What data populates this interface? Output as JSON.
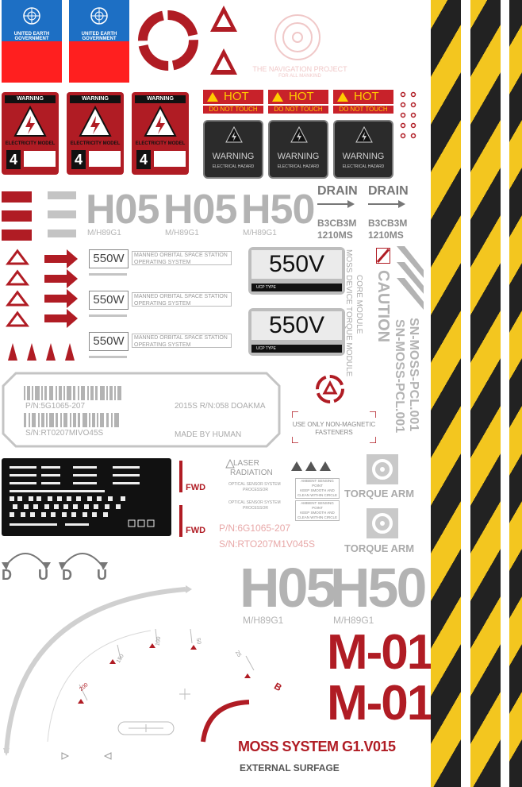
{
  "un_flags": [
    {
      "label": "UNITED EARTH GOVERNMENT"
    },
    {
      "label": "UNITED EARTH GOVERNMENT"
    }
  ],
  "logo": {
    "title": "THE NAVIGATION PROJECT",
    "subtitle": "FOR ALL MANKIND"
  },
  "warning_cards": [
    {
      "header": "WARNING",
      "label": "ELECTRICITY MODEL",
      "number": "4"
    },
    {
      "header": "WARNING",
      "label": "ELECTRICITY MODEL",
      "number": "4"
    },
    {
      "header": "WARNING",
      "label": "ELECTRICITY MODEL",
      "number": "4"
    }
  ],
  "hot_signs": [
    {
      "hot": "HOT",
      "sub": "DO NOT TOUCH",
      "warning": "WARNING",
      "hazard": "ELECTRICAL HAZARD"
    },
    {
      "hot": "HOT",
      "sub": "DO NOT TOUCH",
      "warning": "WARNING",
      "hazard": "ELECTRICAL HAZARD"
    },
    {
      "hot": "HOT",
      "sub": "DO NOT TOUCH",
      "warning": "WARNING",
      "hazard": "ELECTRICAL HAZARD"
    }
  ],
  "codes_row": [
    {
      "code": "H05",
      "sub": "M/H89G1"
    },
    {
      "code": "H05",
      "sub": "M/H89G1"
    },
    {
      "code": "H50",
      "sub": "M/H89G1"
    }
  ],
  "drains": [
    {
      "label": "DRAIN",
      "code": "B3CB3M",
      "ms": "1210MS"
    },
    {
      "label": "DRAIN",
      "code": "B3CB3M",
      "ms": "1210MS"
    }
  ],
  "watt_labels": [
    {
      "value": "550W",
      "line1": "MANNED ORBITAL SPACE STATION",
      "line2": "OPERATING SYSTEM"
    },
    {
      "value": "550W",
      "line1": "MANNED ORBITAL SPACE STATION",
      "line2": "OPERATING SYSTEM"
    },
    {
      "value": "550W",
      "line1": "MANNED ORBITAL SPACE STATION",
      "line2": "OPERATING SYSTEM"
    }
  ],
  "volt_panels": [
    {
      "value": "550V",
      "footer": "UCP TYPE"
    },
    {
      "value": "550V",
      "footer": "UCP TYPE"
    }
  ],
  "vertical_texts": {
    "core": "CORE MODULE",
    "moss": "MOSS DEVICE TORQUE MODULE",
    "caution": "CAUTION",
    "sn1": "SN-MOSS-PCL.001",
    "sn2": "SN-MOSS-PCL.001"
  },
  "plate": {
    "pn": "P/N:5G1065-207",
    "rn": "2015S R/N:058 DOAKMA",
    "sn": "S/N:RT0207MIVO45S",
    "made": "MADE BY HUMAN"
  },
  "magnetic": {
    "line1": "USE ONLY NON-MAGNETIC",
    "line2": "FASTENERS"
  },
  "torque": [
    "TORQUE ARM",
    "TORQUE ARM"
  ],
  "laser": {
    "line1": "LASER",
    "line2": "RADIATION"
  },
  "fwd": [
    "FWD",
    "FWD"
  ],
  "optical": [
    {
      "line1": "OPTICAL SENSOR SYSTEM",
      "line2": "PROCESSOR"
    },
    {
      "line1": "OPTICAL SENSOR SYSTEM",
      "line2": "PROCESSOR"
    }
  ],
  "ambient": [
    {
      "line1": "AMBIENT SENSING POINT",
      "line2": "KEEP SMOOTH AND",
      "line3": "CLEAN WITHIN CIRCLE"
    },
    {
      "line1": "AMBIENT SENSING POINT",
      "line2": "KEEP SMOOTH AND",
      "line3": "CLEAN WITHIN CIRCLE"
    }
  ],
  "pink_pn": "P/N:6G1065-207",
  "pink_sn": "S/N:RTO207M1V045S",
  "du": [
    "D",
    "U",
    "D",
    "U"
  ],
  "big_codes": [
    {
      "code": "H05",
      "sub": "M/H89G1"
    },
    {
      "code": "H50",
      "sub": "M/H89G1"
    }
  ],
  "m_codes": [
    "M-01",
    "M-01"
  ],
  "dial": {
    "ticks": [
      "200",
      "150",
      "100",
      "50",
      "25"
    ],
    "b": "B"
  },
  "moss": {
    "title": "MOSS SYSTEM G1.V015",
    "subtitle": "EXTERNAL SURFAGE"
  },
  "colors": {
    "red": "#b01c24",
    "grey": "#b3b3b3",
    "yellow": "#f3c61f",
    "black": "#222222",
    "blue": "#1d6fc4"
  }
}
